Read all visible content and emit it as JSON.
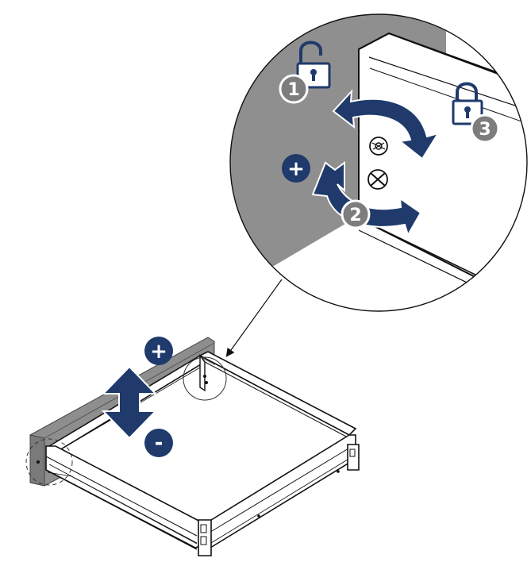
{
  "colors": {
    "navy": "#1f3a6b",
    "panel_grey": "#8c8c8c",
    "panel_grey_light": "#9a9a9a",
    "badge_grey": "#7d7d7d",
    "outline": "#111111",
    "white": "#ffffff"
  },
  "icons": {
    "unlock": "unlock-padlock-icon",
    "lock": "lock-padlock-icon",
    "rotate": "rotate-arrow-icon",
    "vertical_adjust": "double-arrow-vertical-icon",
    "pointer": "pointer-arrow-icon"
  },
  "steps": {
    "step1": "1",
    "step2": "2",
    "step3": "3"
  },
  "signs": {
    "zoom_plus": "+",
    "height_plus": "+",
    "height_minus": "-"
  }
}
